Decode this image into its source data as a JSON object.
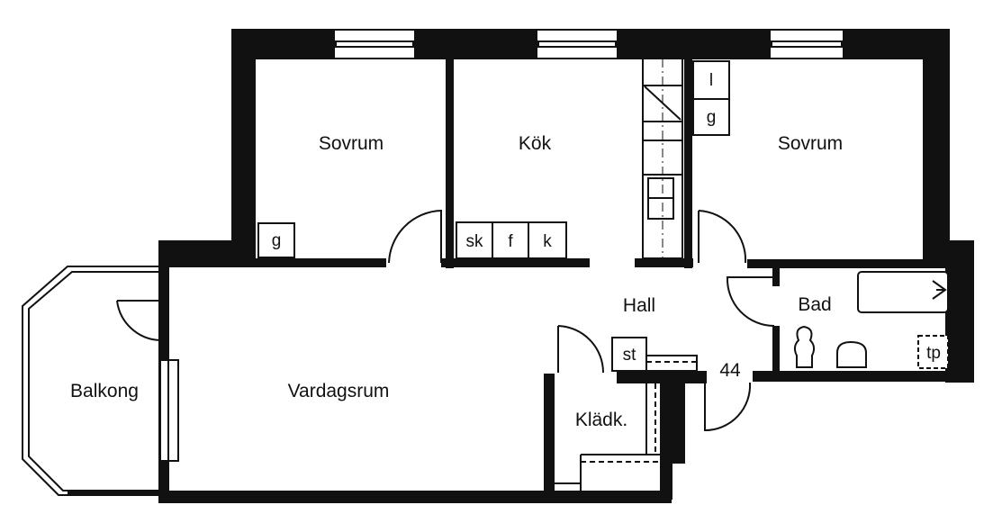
{
  "floorplan": {
    "rooms": [
      {
        "id": "sovrum-1",
        "label": "Sovrum"
      },
      {
        "id": "kok",
        "label": "Kök"
      },
      {
        "id": "sovrum-2",
        "label": "Sovrum"
      },
      {
        "id": "hall",
        "label": "Hall"
      },
      {
        "id": "bad",
        "label": "Bad"
      },
      {
        "id": "balkong",
        "label": "Balkong"
      },
      {
        "id": "vardagsrum",
        "label": "Vardagsrum"
      },
      {
        "id": "kladk",
        "label": "Klädk."
      }
    ],
    "fixtures": {
      "sovrum1_wardrobe": "g",
      "kitchen_sink": "sk",
      "kitchen_fridge": "f",
      "kitchen_freezer": "k",
      "sovrum2_linen": "l",
      "sovrum2_wardrobe": "g",
      "hall_storage": "st",
      "bath_dryer": "tp"
    },
    "unit_number": "44",
    "colors": {
      "wall": "#111111",
      "background": "#ffffff"
    }
  }
}
